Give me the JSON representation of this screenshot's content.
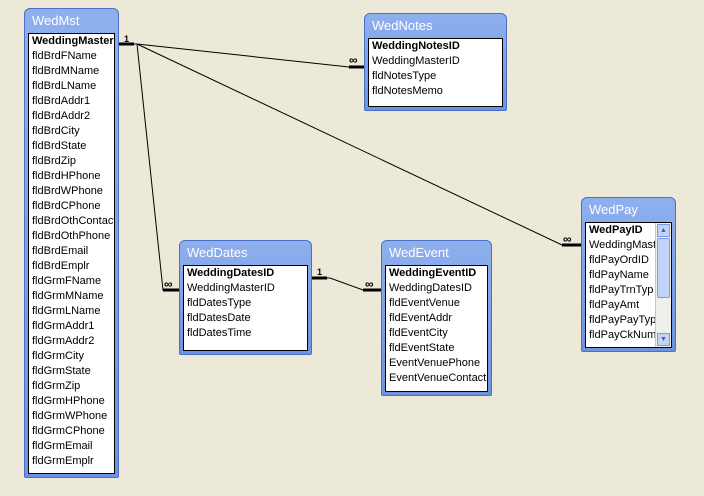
{
  "tables": {
    "wedmst": {
      "title": "WedMst",
      "fields": [
        "WeddingMasterII",
        "fldBrdFName",
        "fldBrdMName",
        "fldBrdLName",
        "fldBrdAddr1",
        "fldBrdAddr2",
        "fldBrdCity",
        "fldBrdState",
        "fldBrdZip",
        "fldBrdHPhone",
        "fldBrdWPhone",
        "fldBrdCPhone",
        "fldBrdOthContact",
        "fldBrdOthPhone",
        "fldBrdEmail",
        "fldBrdEmplr",
        "fldGrmFName",
        "fldGrmMName",
        "fldGrmLName",
        "fldGrmAddr1",
        "fldGrmAddr2",
        "fldGrmCity",
        "fldGrmState",
        "fldGrmZip",
        "fldGrmHPhone",
        "fldGrmWPhone",
        "fldGrmCPhone",
        "fldGrmEmail",
        "fldGrmEmplr"
      ]
    },
    "wednotes": {
      "title": "WedNotes",
      "fields": [
        "WeddingNotesID",
        "WeddingMasterID",
        "fldNotesType",
        "fldNotesMemo"
      ]
    },
    "weddates": {
      "title": "WedDates",
      "fields": [
        "WeddingDatesID",
        "WeddingMasterID",
        "fldDatesType",
        "fldDatesDate",
        "fldDatesTime"
      ]
    },
    "wedevent": {
      "title": "WedEvent",
      "fields": [
        "WeddingEventID",
        "WeddingDatesID",
        "fldEventVenue",
        "fldEventAddr",
        "fldEventCity",
        "fldEventState",
        "EventVenuePhone",
        "EventVenueContact"
      ]
    },
    "wedpay": {
      "title": "WedPay",
      "fields": [
        "WedPayID",
        "WeddingMast",
        "fldPayOrdID",
        "fldPayName",
        "fldPayTrnTyp",
        "fldPayAmt",
        "fldPayPayTyp",
        "fldPayCkNum"
      ]
    }
  },
  "relationships": {
    "one_label": "1",
    "many_label": "∞"
  },
  "icons": {
    "scroll_up": "arrow-up-icon",
    "scroll_down": "arrow-down-icon"
  },
  "colors": {
    "background": "#ece9d8",
    "title_bar": "#7c9fe6",
    "title_text": "#ffffff"
  }
}
